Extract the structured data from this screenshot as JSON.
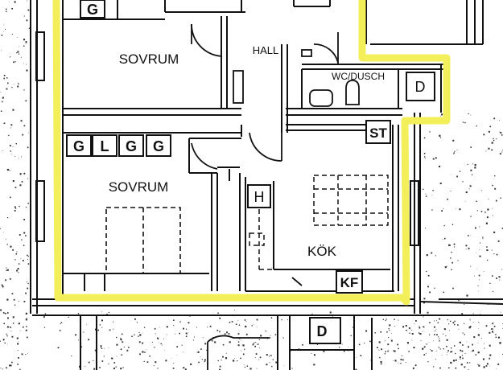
{
  "rooms": {
    "sovrum_top": "SOVRUM",
    "hall": "HALL",
    "wc_dusch": "WC/DUSCH",
    "sovrum_mid": "SOVRUM",
    "kok": "KÖK"
  },
  "fixtures": {
    "g_top": "G",
    "d_wc": "D",
    "st": "ST",
    "g1": "G",
    "l": "L",
    "g2": "G",
    "g3": "G",
    "h": "H",
    "kf": "KF",
    "d_bottom": "D"
  },
  "colors": {
    "highlight": "#f2ef5a",
    "walls": "#111111",
    "noise": "#333333"
  }
}
